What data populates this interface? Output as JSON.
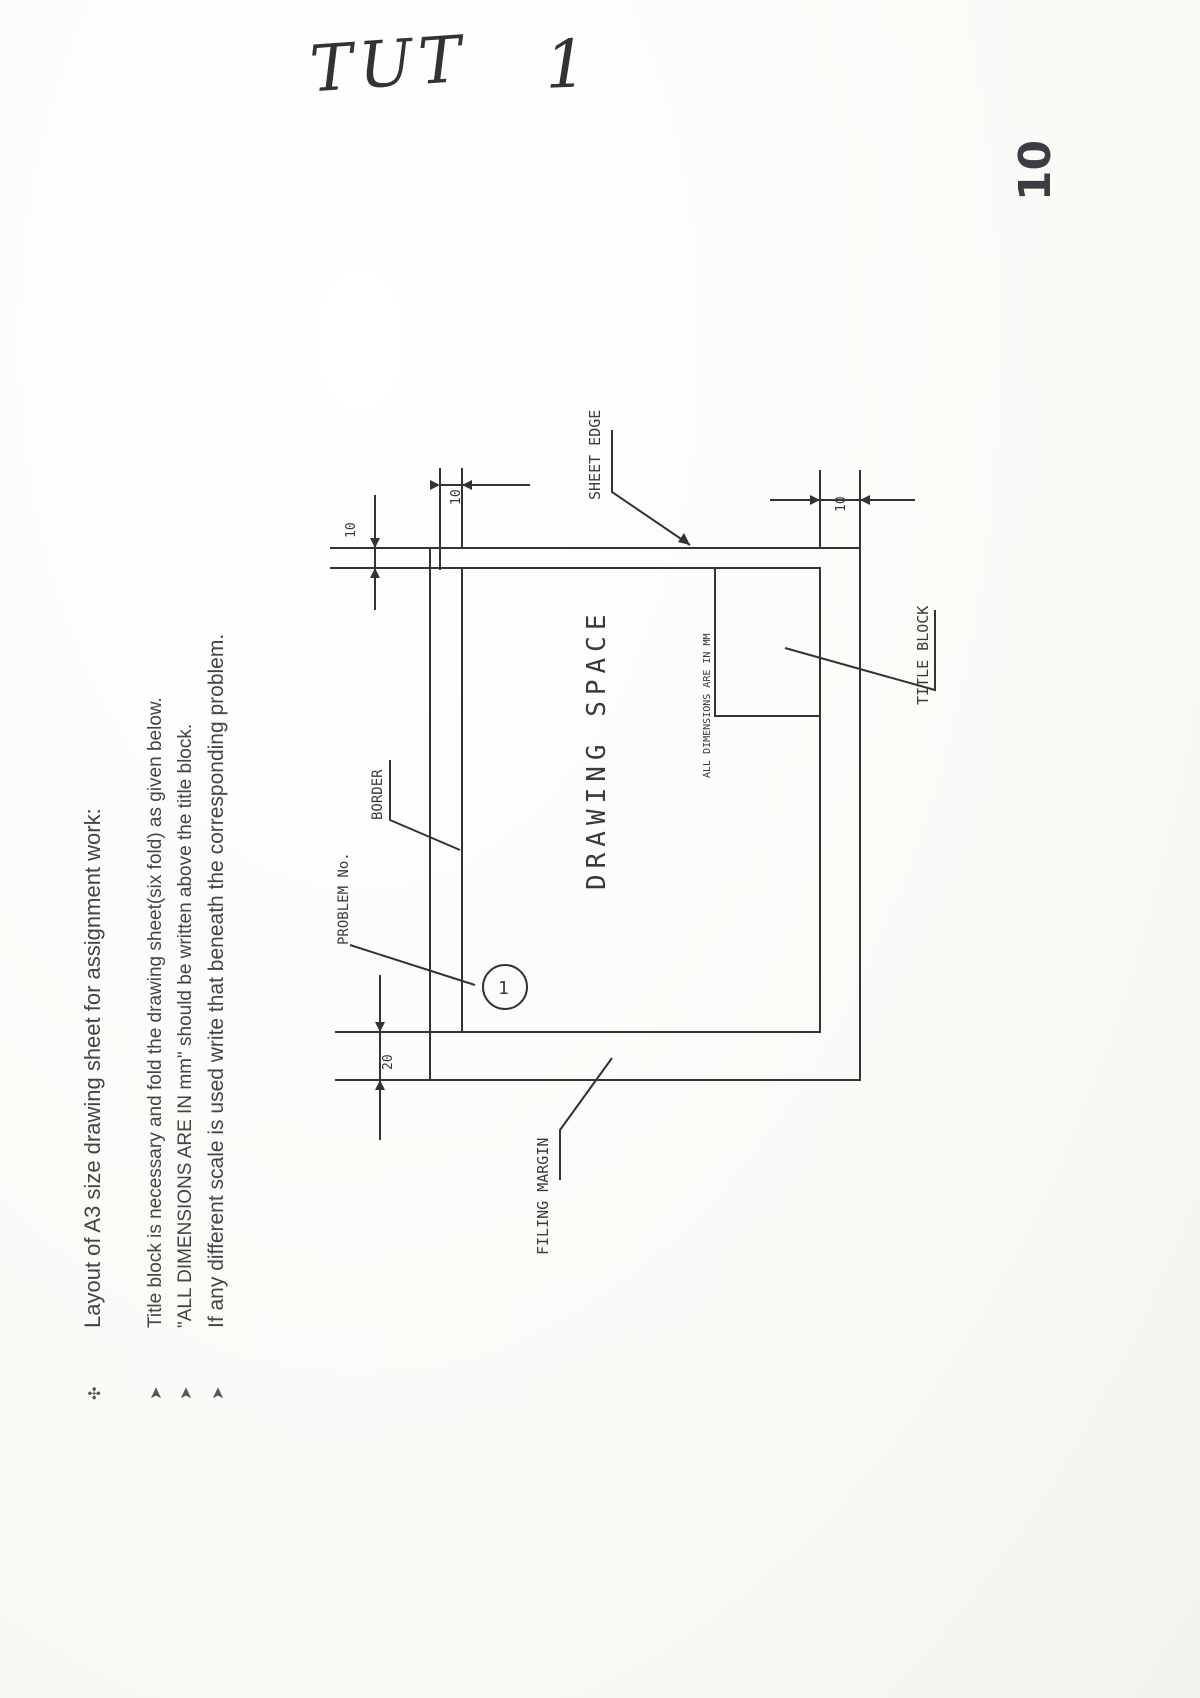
{
  "handwritten": {
    "title": "TUT",
    "number": "1"
  },
  "page_number": "10",
  "instructions": {
    "heading_bullet": "✣",
    "heading": "Layout of A3 size drawing sheet for assignment work:",
    "bullet_glyph": "➤",
    "items": [
      "Title block is necessary and fold the drawing sheet(six fold) as given below.",
      "\"ALL DIMENSIONS ARE IN mm\" should be written above the title block.",
      "If any different scale is used write that beneath the corresponding problem."
    ]
  },
  "diagram": {
    "drawing_space": "DRAWING SPACE",
    "problem_no": "PROBLEM No.",
    "border": "BORDER",
    "sheet_edge": "SHEET EDGE",
    "title_block": "TITLE BLOCK",
    "filing_margin": "FILING MARGIN",
    "dim_note": "ALL DIMENSIONS ARE IN MM",
    "problem_circle": "1",
    "dims": {
      "top_sheet": "10",
      "top_border": "10",
      "right_sheet": "10",
      "left_margin": "20"
    }
  }
}
